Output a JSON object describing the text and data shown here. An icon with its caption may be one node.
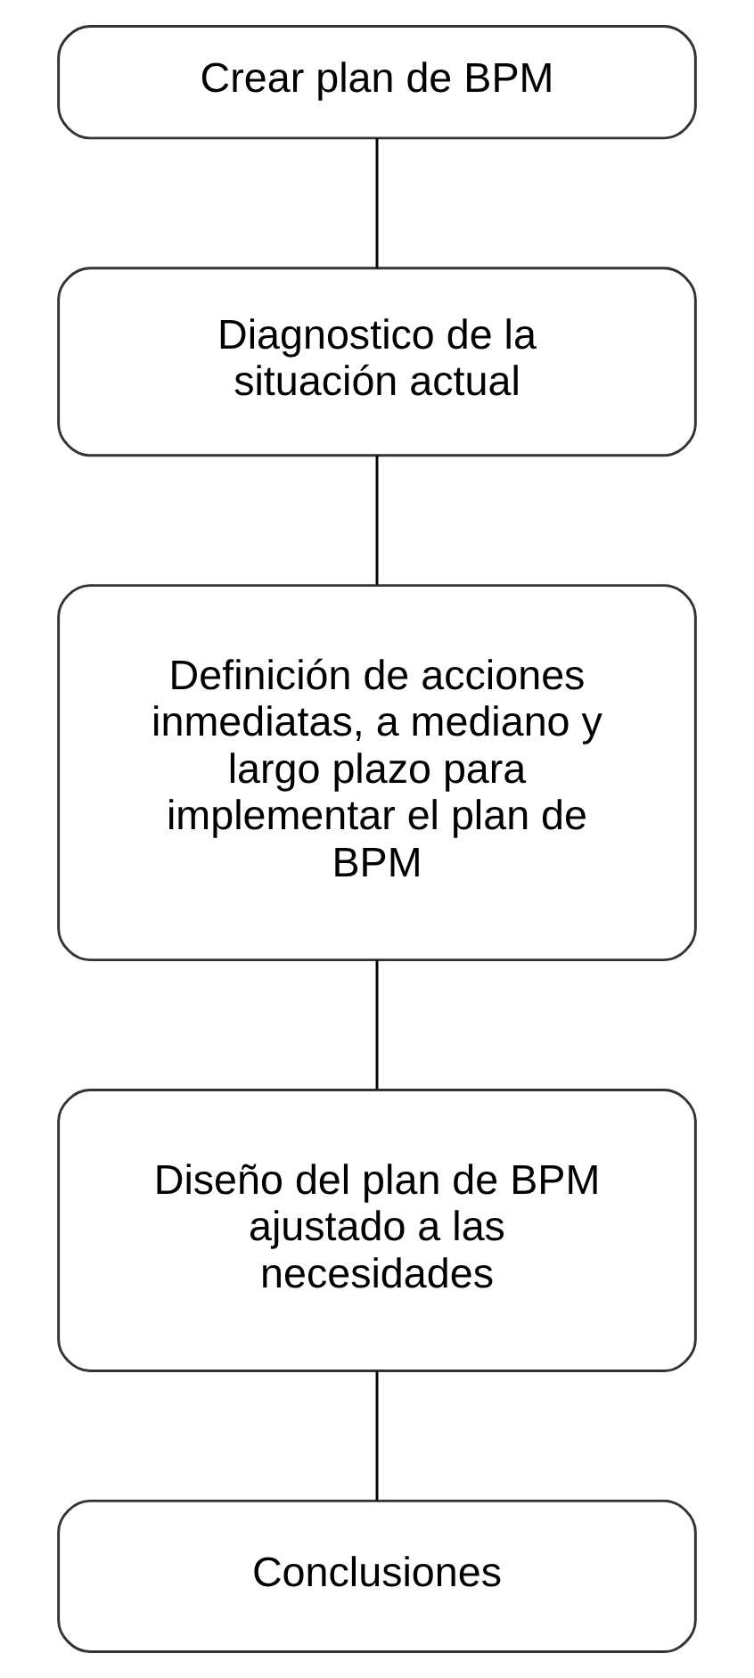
{
  "diagram": {
    "nodes": [
      {
        "text": [
          "Crear plan de BPM"
        ]
      },
      {
        "text": [
          "Diagnostico de la situación actual"
        ]
      },
      {
        "text": [
          "Definición de acciones inmediatas, a mediano y largo plazo para implementar el plan de BPM"
        ]
      },
      {
        "text": [
          "Diseño del plan de BPM ajustado a las necesidades"
        ]
      },
      {
        "text": [
          "Conclusiones"
        ]
      }
    ],
    "edges": [
      {
        "from": 0,
        "to": 1,
        "arrow": "none"
      },
      {
        "from": 1,
        "to": 2,
        "arrow": "none"
      },
      {
        "from": 2,
        "to": 3,
        "arrow": "none"
      },
      {
        "from": 3,
        "to": 4,
        "arrow": "none"
      }
    ]
  }
}
